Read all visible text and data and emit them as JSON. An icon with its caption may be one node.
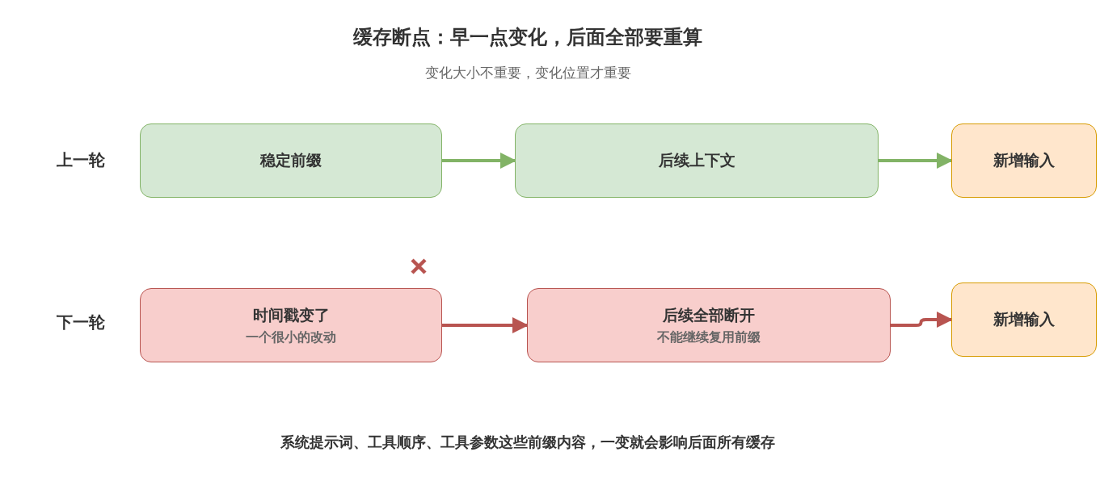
{
  "diagram": {
    "title": "缓存断点：早一点变化，后面全部要重算",
    "caption": "变化大小不重要，变化位置才重要",
    "nodes": [
      {
        "text": [
          "稳定前缀"
        ]
      },
      {
        "text": [
          "后续上下文"
        ]
      },
      {
        "text": [
          "新增输入"
        ]
      },
      {
        "text": [
          "时间戳变了",
          "一个很小的改动"
        ]
      },
      {
        "text": [
          "后续全部断开",
          "不能继续复用前缀"
        ]
      },
      {
        "text": [
          "新增输入"
        ]
      }
    ],
    "edges": [
      {
        "from": 0,
        "to": 1,
        "arrow": "to",
        "color": "#82b366"
      },
      {
        "from": 1,
        "to": 2,
        "arrow": "to",
        "color": "#82b366"
      },
      {
        "from": 3,
        "to": 4,
        "arrow": "to",
        "color": "#b85450"
      },
      {
        "from": 4,
        "to": 5,
        "arrow": "to",
        "color": "#b85450"
      }
    ],
    "labels": [
      "上一轮",
      "下一轮",
      "系统提示词、工具顺序、工具参数这些前缀内容，一变就会影响后面所有缓存"
    ]
  }
}
